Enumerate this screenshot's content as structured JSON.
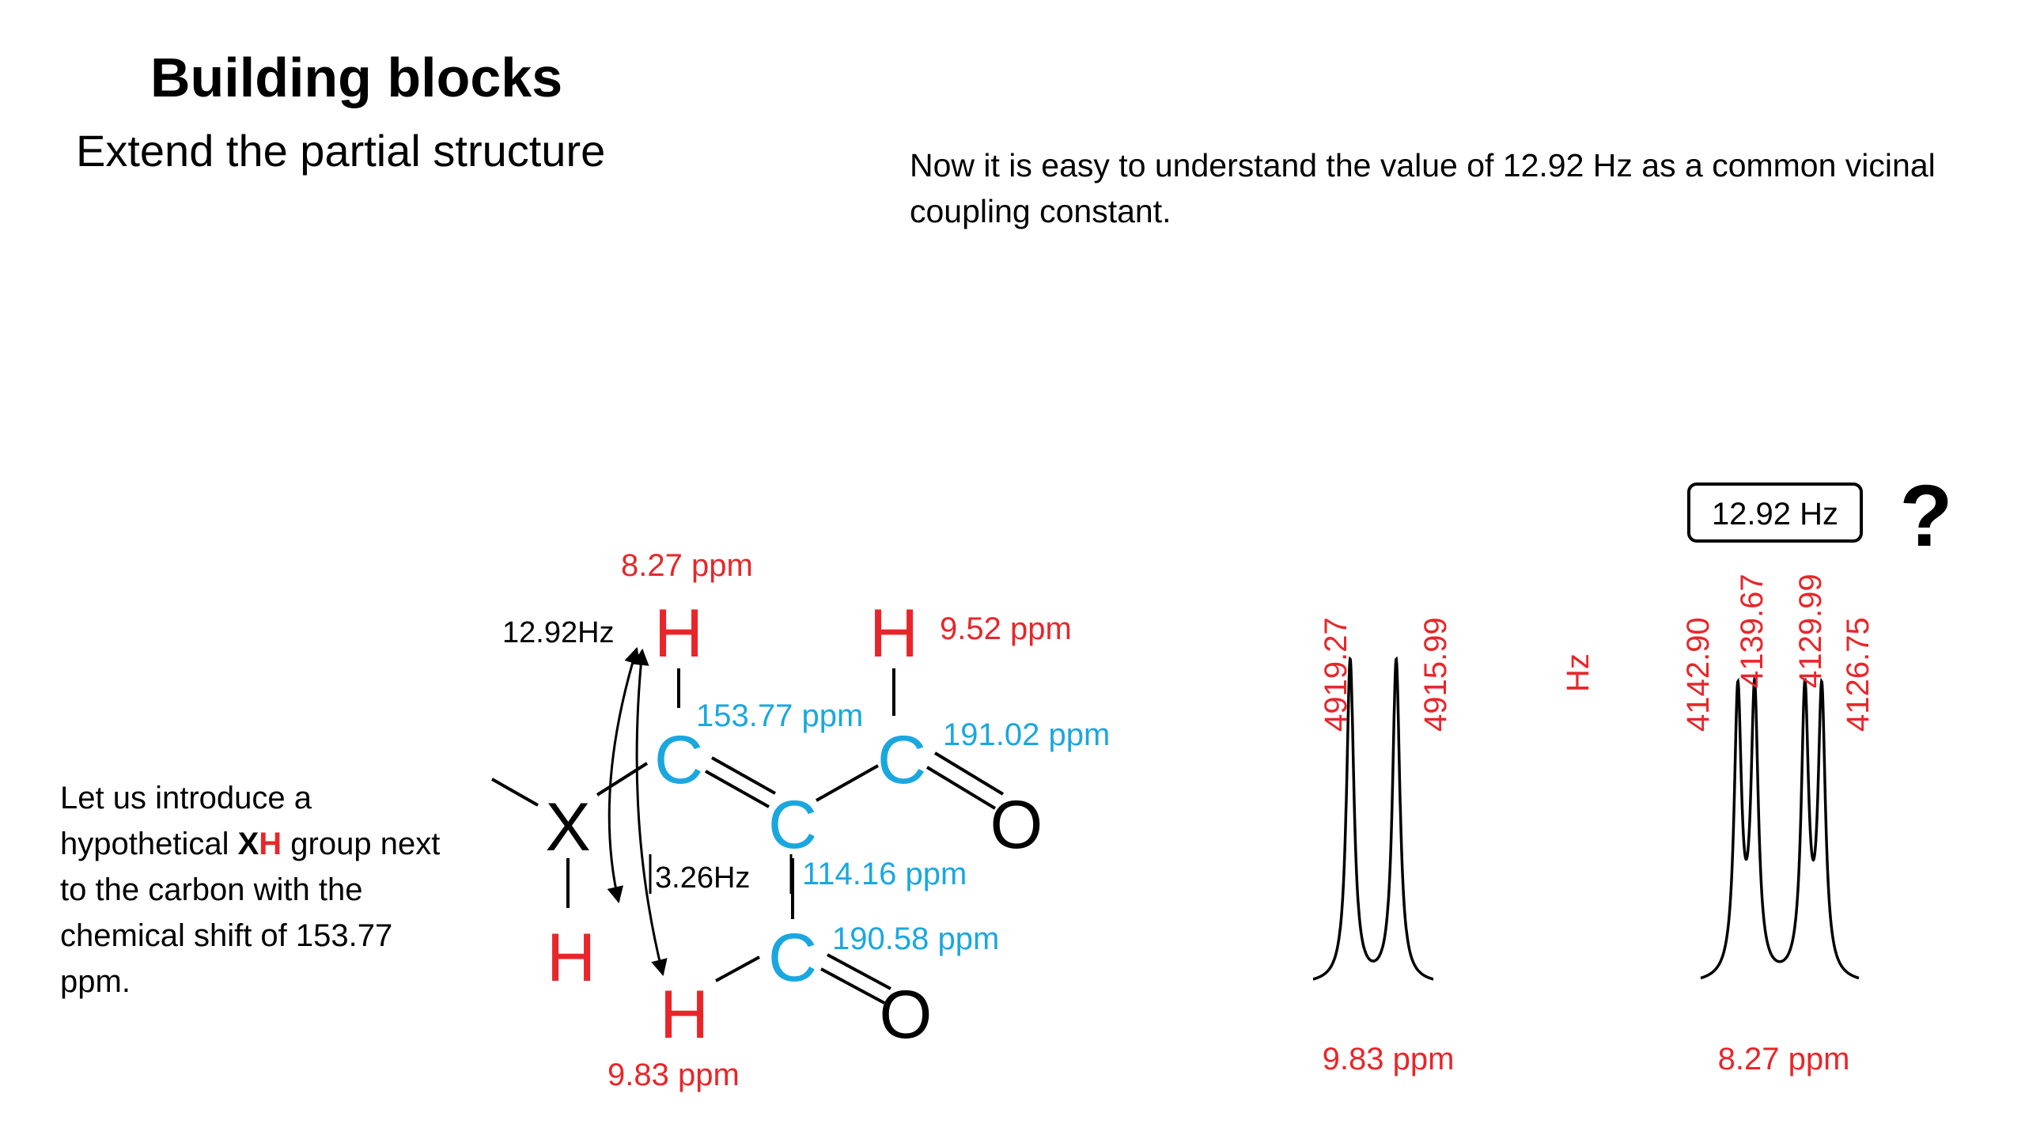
{
  "slide": {
    "title": "Building blocks",
    "subtitle": "Extend the partial structure",
    "explanation": "Now it is easy to understand the value of 12.92 Hz as a common vicinal coupling constant.",
    "intro": {
      "before": "Let us introduce a hypothetical ",
      "x": "X",
      "h": "H",
      "after": " group next to the carbon with the chemical shift of 153.77 ppm."
    }
  },
  "molecule": {
    "atoms": {
      "c1": "C",
      "c2": "C",
      "c3": "C",
      "c4": "C",
      "o1": "O",
      "o2": "O",
      "x": "X",
      "h1": "H",
      "h2": "H",
      "h3": "H",
      "hx": "H"
    },
    "shifts": {
      "h1": "8.27 ppm",
      "h2": "9.52 ppm",
      "h3": "9.83 ppm",
      "c1": "153.77 ppm",
      "c2": "191.02 ppm",
      "c3": "114.16 ppm",
      "c4": "190.58 ppm"
    },
    "couplings": {
      "vicinal": "12.92Hz",
      "long_range": "3.26Hz"
    }
  },
  "spectra": {
    "axis_unit": "Hz",
    "doublet": {
      "shift_label": "9.83 ppm",
      "peaks": [
        "4919.27",
        "4915.99"
      ]
    },
    "dd": {
      "shift_label": "8.27 ppm",
      "peaks": [
        "4142.90",
        "4139.67",
        "4129.99",
        "4126.75"
      ],
      "coupling_box": "12.92 Hz",
      "question": "?"
    }
  },
  "colors": {
    "hydrogen": "#e8262a",
    "carbon": "#1aa7e0",
    "text": "#000000"
  }
}
